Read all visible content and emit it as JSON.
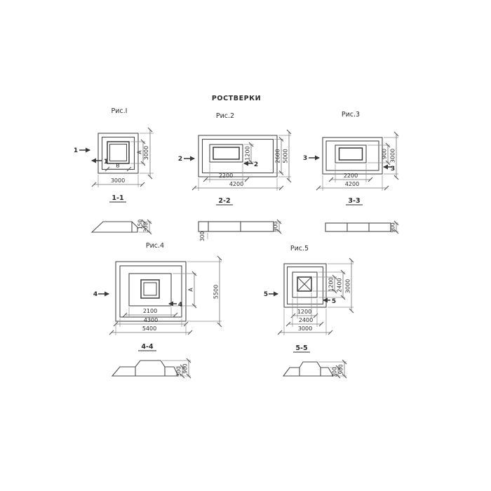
{
  "title": "РОСТВЕРКИ",
  "figures": [
    {
      "label": "Рис.I",
      "cut_number": "1",
      "section_title": "1-1",
      "plan_dims": {
        "bottom_outer": "3000",
        "right_outer": "3000",
        "inner_width": "В",
        "inner_height": "А"
      },
      "section_dims": {
        "step": "150",
        "total": "300"
      }
    },
    {
      "label": "Рис.2",
      "cut_number": "2",
      "section_title": "2-2",
      "plan_dims": {
        "bottom_inner": "2200",
        "bottom_outer": "4200",
        "right_inner": "1200",
        "right_mid": "2600",
        "right_outer": "5000"
      },
      "section_dims": {
        "step": "300",
        "total": "900"
      }
    },
    {
      "label": "Рис.3",
      "cut_number": "3",
      "section_title": "3-3",
      "plan_dims": {
        "bottom_inner": "2200",
        "bottom_outer": "4200",
        "right_inner": "900",
        "right_outer": "3000"
      },
      "section_dims": {
        "total": "900"
      }
    },
    {
      "label": "Рис.4",
      "cut_number": "4",
      "section_title": "4-4",
      "plan_dims": {
        "bottom_inner": "2100",
        "bottom_mid": "4300",
        "bottom_outer": "5400",
        "right_inner": "А",
        "right_outer": "5500"
      },
      "section_dims": {
        "step": "300",
        "total": "900"
      }
    },
    {
      "label": "Рис.5",
      "cut_number": "5",
      "section_title": "5-5",
      "plan_dims": {
        "bottom_inner": "1200",
        "bottom_mid": "2400",
        "bottom_outer": "3000",
        "right_inner": "1200",
        "right_mid": "2400",
        "right_outer": "3000"
      },
      "section_dims": {
        "step": "300",
        "total": "900"
      }
    }
  ]
}
